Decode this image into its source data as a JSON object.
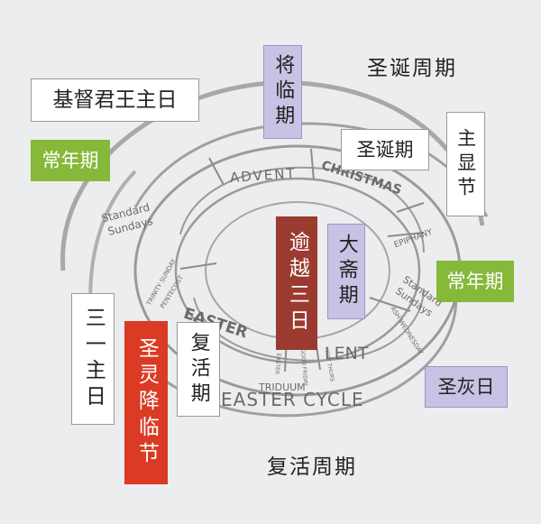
{
  "cycles": {
    "christmas_cycle": "圣诞周期",
    "easter_cycle_cn": "复活周期"
  },
  "labels": {
    "christ_the_king": "基督君王主日",
    "ordinary_time_left": "常年期",
    "ordinary_time_right": "常年期",
    "advent_cn": "将临期",
    "christmas_season": "圣诞期",
    "epiphany_cn": "主显节",
    "triduum_cn": "逾越三日",
    "lent_cn": "大斋期",
    "trinity_sunday_cn": "三一主日",
    "pentecost_cn": "圣灵降临节",
    "easter_season_cn": "复活期",
    "ash_wednesday_cn": "圣灰日"
  },
  "wheel_text": {
    "advent": "ADVENT",
    "christmas": "CHRISTMAS",
    "epiphany": "EPIPHANY",
    "standard_sundays_1": "Standard",
    "standard_sundays_2": "Sundays",
    "standard_sundays_r1": "Standard",
    "standard_sundays_r2": "Sundays",
    "trinity_sunday": "TRINITY SUNDAY",
    "pentecost": "PENTECOST",
    "easter": "EASTER",
    "lent": "LENT",
    "ash_wednesday": "ASH WEDNESDAY",
    "triduum": "TRIDUUM",
    "easter_cycle": "EASTER CYCLE",
    "day_1": "HOLY THURS",
    "day_2": "GOOD FRIDAY",
    "day_3": "EASTER"
  },
  "colors": {
    "white_box": "#ffffff",
    "purple_box": "#c9c2e4",
    "green_box": "#86b83a",
    "brown_box": "#9b3a2f",
    "red_box": "#db3a24",
    "wheel_line": "#9a9a9a"
  }
}
